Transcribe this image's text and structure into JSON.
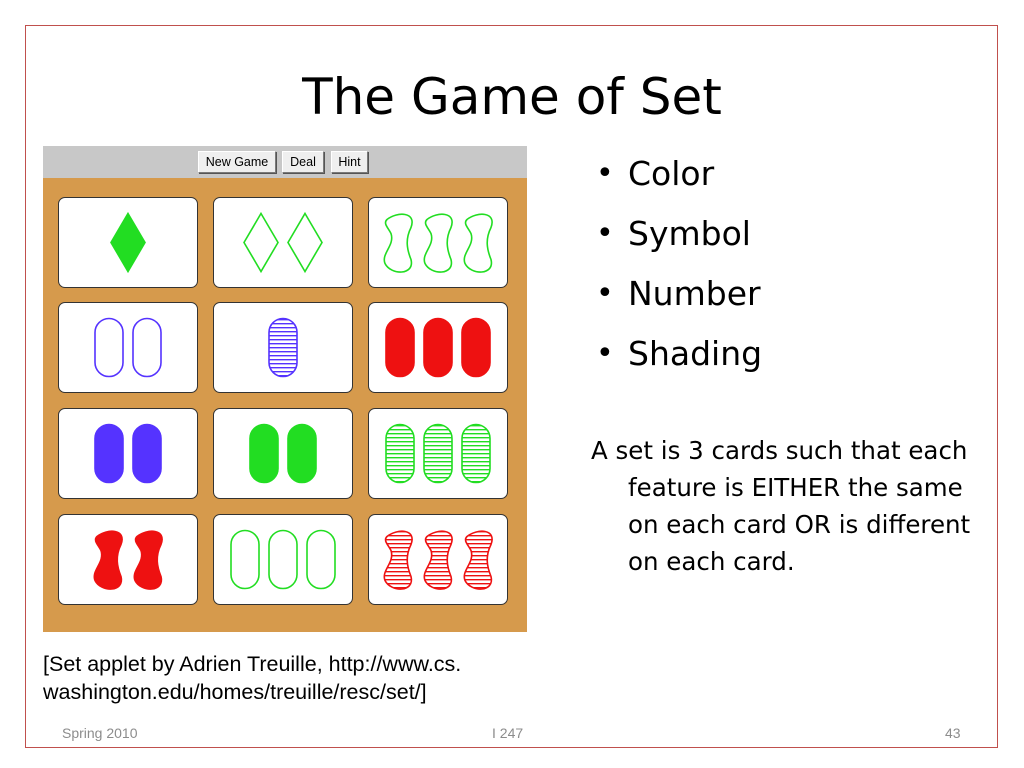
{
  "slide": {
    "title": "The Game of Set",
    "bullets": [
      "Color",
      "Symbol",
      "Number",
      "Shading"
    ],
    "description": "A set is 3 cards such that each feature is EITHER the same on each card OR is different on each card.",
    "caption_line1": "[Set applet by Adrien Treuille, http://www.cs.",
    "caption_line2": "washington.edu/homes/treuille/resc/set/]",
    "footer_left": "Spring 2010",
    "footer_center": "I 247",
    "footer_right": "43"
  },
  "applet": {
    "buttons": [
      "New Game",
      "Deal",
      "Hint"
    ],
    "colors": {
      "green": "#22dd22",
      "purple": "#5533ff",
      "red": "#ee1111",
      "board": "#d69a4c"
    },
    "cards": [
      {
        "count": 1,
        "shape": "diamond",
        "color": "green",
        "shading": "solid"
      },
      {
        "count": 2,
        "shape": "diamond",
        "color": "green",
        "shading": "open"
      },
      {
        "count": 3,
        "shape": "squiggle",
        "color": "green",
        "shading": "open"
      },
      {
        "count": 2,
        "shape": "oval",
        "color": "purple",
        "shading": "open"
      },
      {
        "count": 1,
        "shape": "oval",
        "color": "purple",
        "shading": "striped"
      },
      {
        "count": 3,
        "shape": "oval",
        "color": "red",
        "shading": "solid"
      },
      {
        "count": 2,
        "shape": "oval",
        "color": "purple",
        "shading": "solid"
      },
      {
        "count": 2,
        "shape": "oval",
        "color": "green",
        "shading": "solid"
      },
      {
        "count": 3,
        "shape": "oval",
        "color": "green",
        "shading": "striped"
      },
      {
        "count": 2,
        "shape": "squiggle",
        "color": "red",
        "shading": "solid"
      },
      {
        "count": 3,
        "shape": "oval",
        "color": "green",
        "shading": "open"
      },
      {
        "count": 3,
        "shape": "squiggle",
        "color": "red",
        "shading": "striped"
      }
    ]
  }
}
